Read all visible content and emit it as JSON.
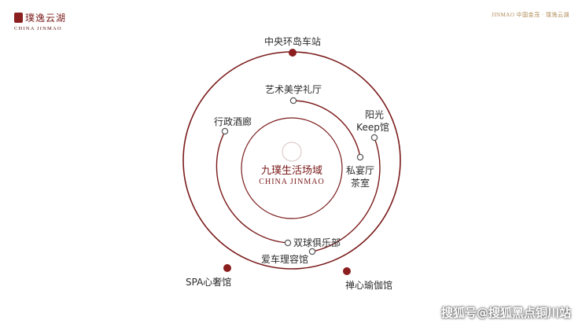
{
  "brand": {
    "name_cn": "璞逸云湖",
    "name_en": "CHINA JINMAO"
  },
  "partner_text": "JINMAO 中国金茂 · 璞逸云湖",
  "center": {
    "name_cn": "九璞生活场域",
    "name_en": "CHINA JINMAO"
  },
  "labels": {
    "central_station": "中央环岛车站",
    "art_hall": "艺术美学礼厅",
    "executive_lounge": "行政酒廊",
    "sunshine": "阳光",
    "keep_gym": "Keep馆",
    "private_banquet": "私宴厅",
    "tea_room": "茶室",
    "double_ball_club": "双球俱乐部",
    "car_care": "爱车理容馆",
    "spa": "SPA心奢馆",
    "zen_yoga": "禅心瑜伽馆"
  },
  "colors": {
    "accent": "#8b1e1e",
    "ring": "#7a1a1a",
    "text": "#2b2b2b"
  },
  "watermark": "搜狐号@搜狐黑点铜川站"
}
